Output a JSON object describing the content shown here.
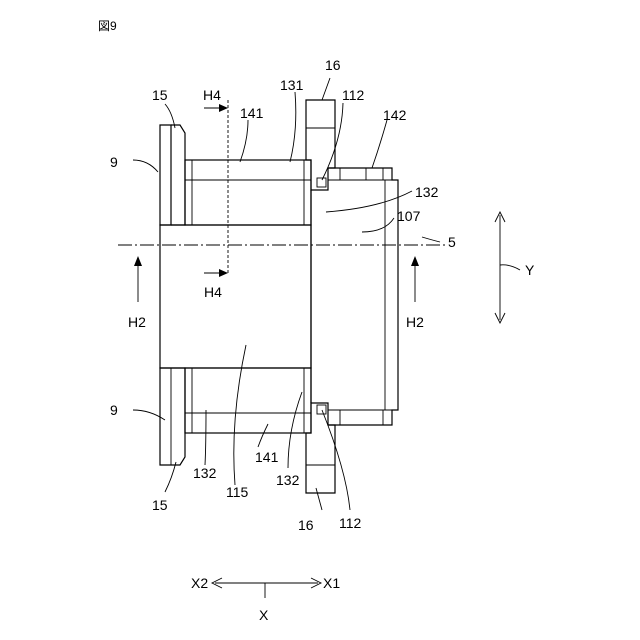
{
  "figure": {
    "title": "図9"
  },
  "labels": {
    "part_15_top": "15",
    "part_15_bottom": "15",
    "part_9_top": "9",
    "part_9_bottom": "9",
    "part_16_top": "16",
    "part_16_bottom": "16",
    "part_131": "131",
    "part_112_top": "112",
    "part_112_bottom": "112",
    "part_142": "142",
    "part_141_top": "141",
    "part_141_bottom": "141",
    "part_132_right": "132",
    "part_132_bottom_left": "132",
    "part_132_bottom_right": "132",
    "part_107": "107",
    "part_115": "115",
    "axis_5": "5",
    "section_h4_top": "H4",
    "section_h4_bottom": "H4",
    "section_h2_left": "H2",
    "section_h2_right": "H2",
    "dir_y": "Y",
    "dir_x": "X",
    "dir_x1": "X1",
    "dir_x2": "X2"
  }
}
